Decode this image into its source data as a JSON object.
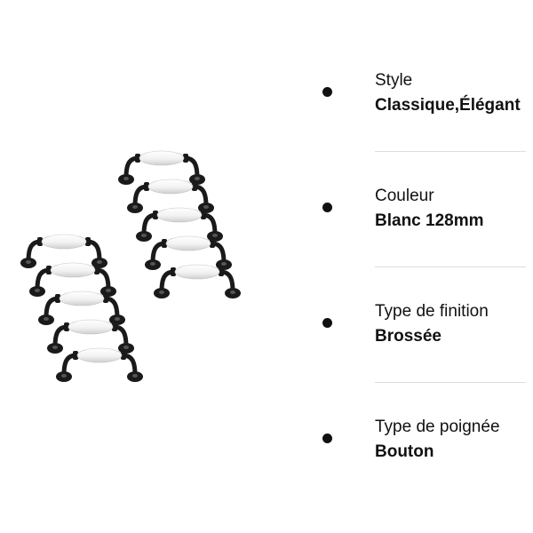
{
  "product": {
    "image_subject": "handle-icon",
    "handle_count": 10,
    "colors": {
      "metal": "#1a1a1a",
      "ceramic": "#f4f4f4",
      "ceramic_shade": "#d6d6d6"
    }
  },
  "attributes": [
    {
      "label": "Style",
      "value": "Classique,Élégant"
    },
    {
      "label": "Couleur",
      "value": "Blanc 128mm"
    },
    {
      "label": "Type de finition",
      "value": "Brossée"
    },
    {
      "label": "Type de poignée",
      "value": "Bouton"
    }
  ]
}
